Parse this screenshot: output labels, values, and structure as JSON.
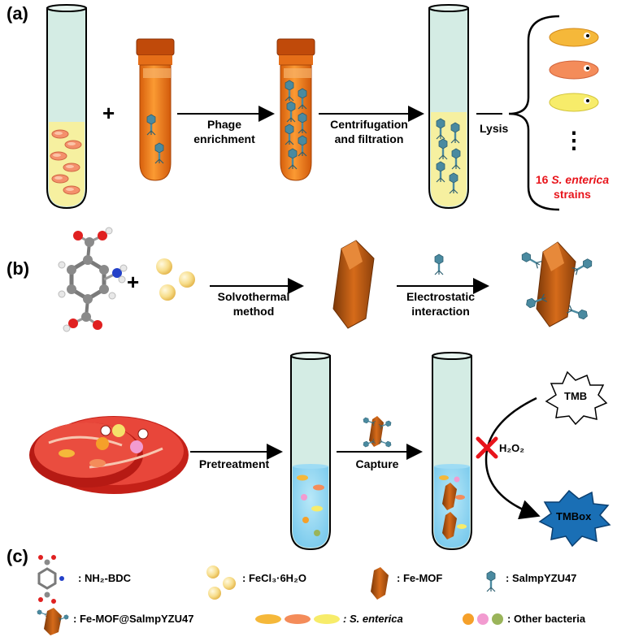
{
  "panels": {
    "a": "(a)",
    "b": "(b)",
    "c": "(c)"
  },
  "panel_a": {
    "plus": "+",
    "arrow1_line1": "Phage",
    "arrow1_line2": "enrichment",
    "arrow2_line1": "Centrifugation",
    "arrow2_line2": "and filtration",
    "lysis": "Lysis",
    "dots": "⋮",
    "strains_count": "16",
    "strains_species": "S. enterica",
    "strains_word": "strains"
  },
  "panel_b": {
    "plus": "+",
    "arrow1_line1": "Solvothermal",
    "arrow1_line2": "method",
    "arrow2_line1": "Electrostatic",
    "arrow2_line2": "interaction"
  },
  "panel_c": {
    "arrow1": "Pretreatment",
    "arrow2": "Capture",
    "reagent": "H₂O₂",
    "tmb": "TMB",
    "tmbox": "TMBox"
  },
  "legend": {
    "nh2bdc": ": NH₂-BDC",
    "fecl3": ": FeCl₃·6H₂O",
    "femof": ": Fe-MOF",
    "phage": ": SalmpYZU47",
    "femof_phage": ": Fe-MOF@SalmpYZU47",
    "senterica": ": S. enterica",
    "other": ": Other bacteria"
  },
  "colors": {
    "tube_glass": "#d4ece4",
    "culture_yellow": "#f6f0a0",
    "orange_medium": "#f07c1c",
    "mof_brown": "#b9560f",
    "phage_blue": "#4a8aa0",
    "accent_red": "#e8141b",
    "tmbox_blue": "#1a6fb5"
  }
}
